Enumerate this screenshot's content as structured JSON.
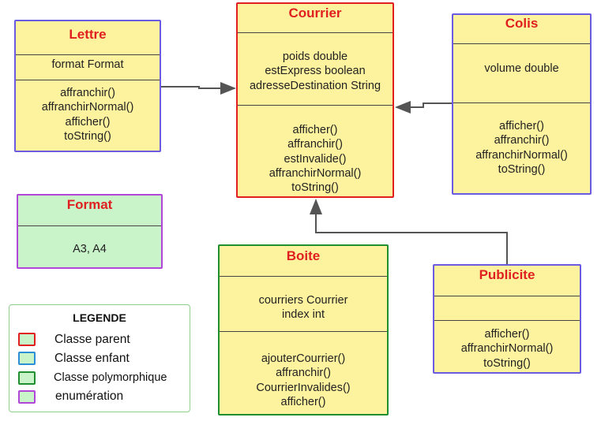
{
  "classes": {
    "lettre": {
      "name": "Lettre",
      "attributes": [
        "format  Format"
      ],
      "methods": [
        "affranchir()",
        "affranchirNormal()",
        "afficher()",
        "toString()"
      ]
    },
    "courrier": {
      "name": "Courrier",
      "attributes": [
        "poids  double",
        "estExpress  boolean",
        "adresseDestination  String"
      ],
      "methods": [
        "afficher()",
        "affranchir()",
        "estInvalide()",
        "affranchirNormal()",
        "toString()"
      ]
    },
    "colis": {
      "name": "Colis",
      "attributes": [
        "volume  double"
      ],
      "methods": [
        "afficher()",
        "affranchir()",
        "affranchirNormal()",
        "toString()"
      ]
    },
    "format": {
      "name": "Format",
      "values": [
        "A3, A4"
      ]
    },
    "boite": {
      "name": "Boite",
      "attributes": [
        "courriers  Courrier",
        "index  int"
      ],
      "methods": [
        "ajouterCourrier()",
        "affranchir()",
        "CourrierInvalides()",
        "afficher()"
      ]
    },
    "publicite": {
      "name": "Publicite",
      "attributes": [],
      "methods": [
        "afficher()",
        "affranchirNormal()",
        "toString()"
      ]
    }
  },
  "legend": {
    "title": "LEGENDE",
    "items": [
      {
        "label": "Classe parent",
        "color": "#e02020"
      },
      {
        "label": "Classe enfant",
        "color": "#2a8fd6"
      },
      {
        "label": "Classe polymorphique",
        "color": "#1f8f2f"
      },
      {
        "label": "enumération",
        "color": "#b146d8"
      }
    ]
  },
  "colors": {
    "parent_border": "#e02020",
    "child_border": "#6a5be0",
    "poly_border": "#1f8f2f",
    "enum_border": "#b146d8",
    "class_fill": "#fdf29d",
    "enum_fill": "#c9f3c9",
    "title_text": "#e02020",
    "connector": "#555555"
  }
}
